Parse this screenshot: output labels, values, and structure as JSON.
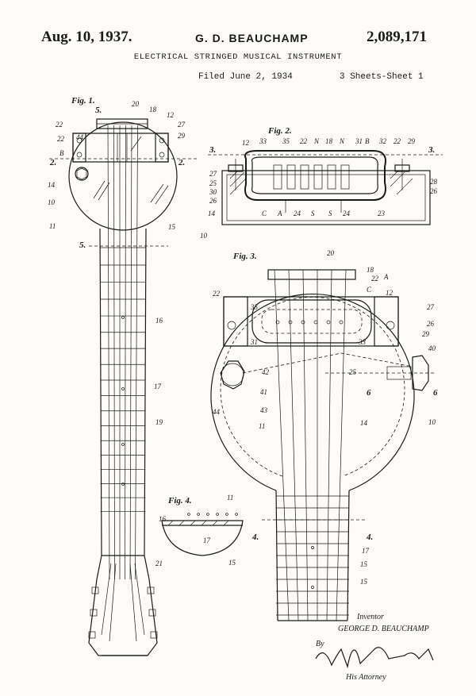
{
  "header": {
    "date": "Aug. 10, 1937.",
    "inventor": "G. D. BEAUCHAMP",
    "patent_number": "2,089,171",
    "title": "ELECTRICAL STRINGED MUSICAL INSTRUMENT",
    "filed": "Filed June 2, 1934",
    "sheets": "3 Sheets-Sheet 1"
  },
  "figures": {
    "fig1": "Fig. 1.",
    "fig2": "Fig. 2.",
    "fig3": "Fig. 3.",
    "fig4": "Fig. 4."
  },
  "section_marks": {
    "s2": "2.",
    "s3": "3.",
    "s4": "4.",
    "s5": "5.",
    "s6": "6"
  },
  "reference_numerals": {
    "fig1": [
      "20",
      "18",
      "12",
      "22",
      "27",
      "22",
      "29",
      "B",
      "44",
      "14",
      "10",
      "11",
      "15",
      "16",
      "17",
      "19",
      "21"
    ],
    "fig2": [
      "12",
      "33",
      "35",
      "22",
      "N",
      "18",
      "N",
      "31",
      "B",
      "32",
      "22",
      "29",
      "27",
      "25",
      "30",
      "26",
      "14",
      "C",
      "A",
      "24",
      "S",
      "S",
      "24",
      "23",
      "28",
      "26",
      "10"
    ],
    "fig3": [
      "20",
      "18",
      "A",
      "12",
      "22",
      "C",
      "22",
      "27",
      "35",
      "26",
      "29",
      "31",
      "33",
      "40",
      "25",
      "42",
      "41",
      "44",
      "43",
      "11",
      "14",
      "10",
      "17",
      "15",
      "15"
    ],
    "fig4": [
      "11",
      "16",
      "17",
      "15"
    ]
  },
  "signature": {
    "inventor_label": "Inventor",
    "inventor_name": "GEORGE D. BEAUCHAMP",
    "by": "By",
    "attorney_label": "His Attorney"
  }
}
